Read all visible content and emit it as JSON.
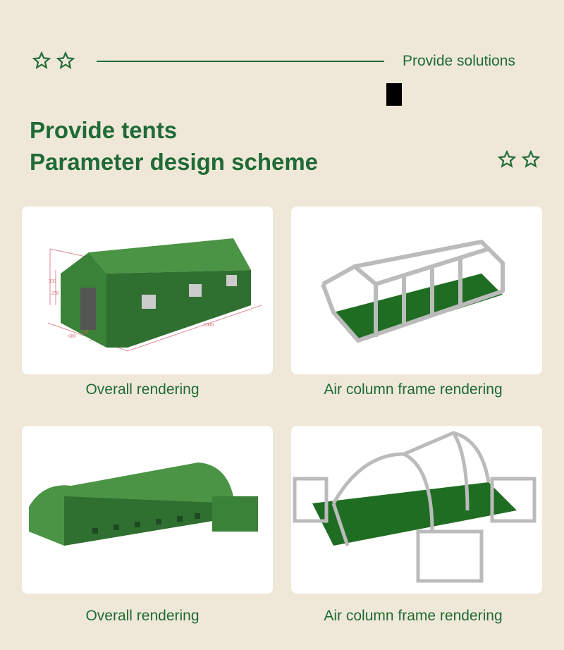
{
  "header": {
    "tagline": "Provide solutions",
    "title_line1": "Provide tents",
    "title_line2": "Parameter design scheme"
  },
  "cards": [
    {
      "caption": "Overall rendering",
      "dimension_labels": [
        "350",
        "250",
        "150",
        "600",
        "1000"
      ]
    },
    {
      "caption": "Air column frame rendering"
    },
    {
      "caption": "Overall rendering"
    },
    {
      "caption": "Air column frame rendering"
    }
  ],
  "colors": {
    "background": "#efe8d8",
    "accent": "#1f6a36",
    "tent": "#3f8a3e"
  }
}
